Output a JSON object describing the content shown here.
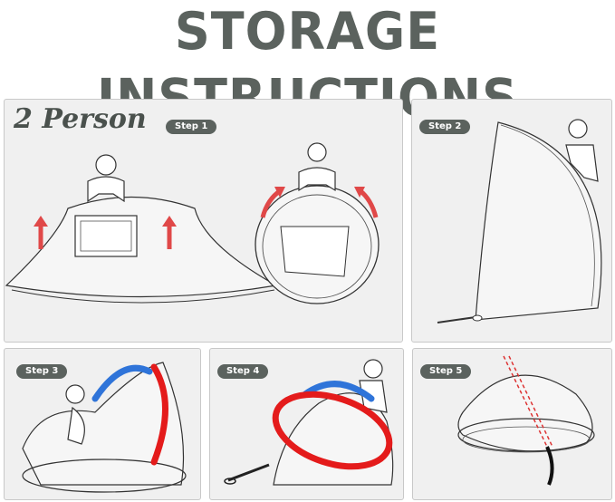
{
  "title": "STORAGE INSTRUCTIONS",
  "person_label": "2 Person",
  "steps": [
    {
      "label": "Step 1"
    },
    {
      "label": "Step 2"
    },
    {
      "label": "Step 3"
    },
    {
      "label": "Step 4"
    },
    {
      "label": "Step 5"
    }
  ],
  "colors": {
    "heading": "#5b625e",
    "panel": "#f0f0f0",
    "arrow_red": "#e04848",
    "band_blue": "#2f74d9",
    "band_red": "#e41b1b"
  }
}
